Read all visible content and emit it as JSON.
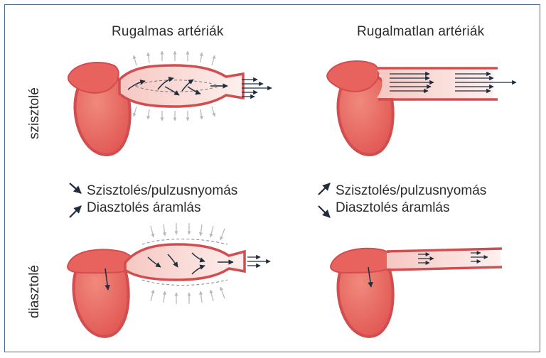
{
  "titles": {
    "left": "Rugalmas artériák",
    "right": "Rugalmatlan artériák"
  },
  "rows": {
    "top": "szisztolé",
    "bottom": "diasztolé"
  },
  "legend_left": {
    "line1": "Szisztolés/pulzusnyomás",
    "line1_icon": "arrow-down-right-icon",
    "line2": "Diasztolés áramlás",
    "line2_icon": "arrow-up-right-icon"
  },
  "legend_right": {
    "line1": "Szisztolés/pulzusnyomás",
    "line1_icon": "arrow-up-right-icon",
    "line2": "Diasztolés áramlás",
    "line2_icon": "arrow-down-right-icon"
  },
  "colors": {
    "frame": "#4a6b8a",
    "heart": "#e8625e",
    "heart_outline": "#d24d4f",
    "vessel_fill": "#fbe3e1",
    "arrow": "#1f2d3d"
  }
}
